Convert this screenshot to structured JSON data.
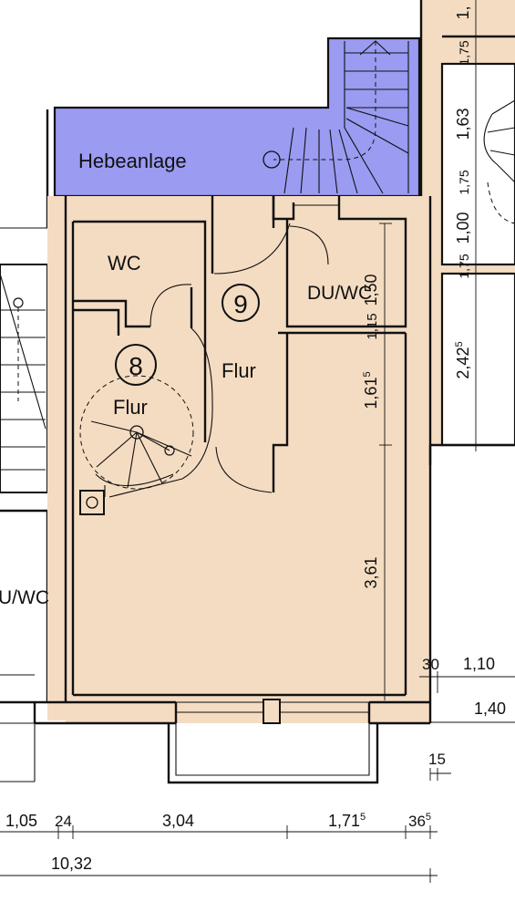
{
  "colors": {
    "room_fill": "#f4dcc2",
    "lift_fill": "#9b9bf2",
    "wall": "#111111",
    "background": "#ffffff"
  },
  "rooms": {
    "hebeanlage": "Hebeanlage",
    "wc": "WC",
    "du_wc_right": "DU/WC",
    "du_wc_left": "U/WC",
    "flur_9": "Flur",
    "flur_8": "Flur"
  },
  "unit_numbers": {
    "unit_8": "8",
    "unit_9": "9"
  },
  "dimensions": {
    "v_150": "1,50",
    "v_115": "1,15",
    "v_1615": "1,61",
    "v_1615_sup": "5",
    "v_361": "3,61",
    "r_175_top": "1,75",
    "r_163": "1,63",
    "r_175_mid": "1,75",
    "r_100": "1,00",
    "r_175_bot": "1,75",
    "r_2425": "2,42",
    "r_2425_sup": "5",
    "top_right": "1,",
    "h_30": "30",
    "h_110": "1,10",
    "h_140": "1,40",
    "h_15": "15",
    "b_105": "1,05",
    "b_24": "24",
    "b_304": "3,04",
    "b_1715": "1,71",
    "b_1715_sup": "5",
    "b_365": "36",
    "b_365_sup": "5",
    "b_1032": "10,32"
  }
}
